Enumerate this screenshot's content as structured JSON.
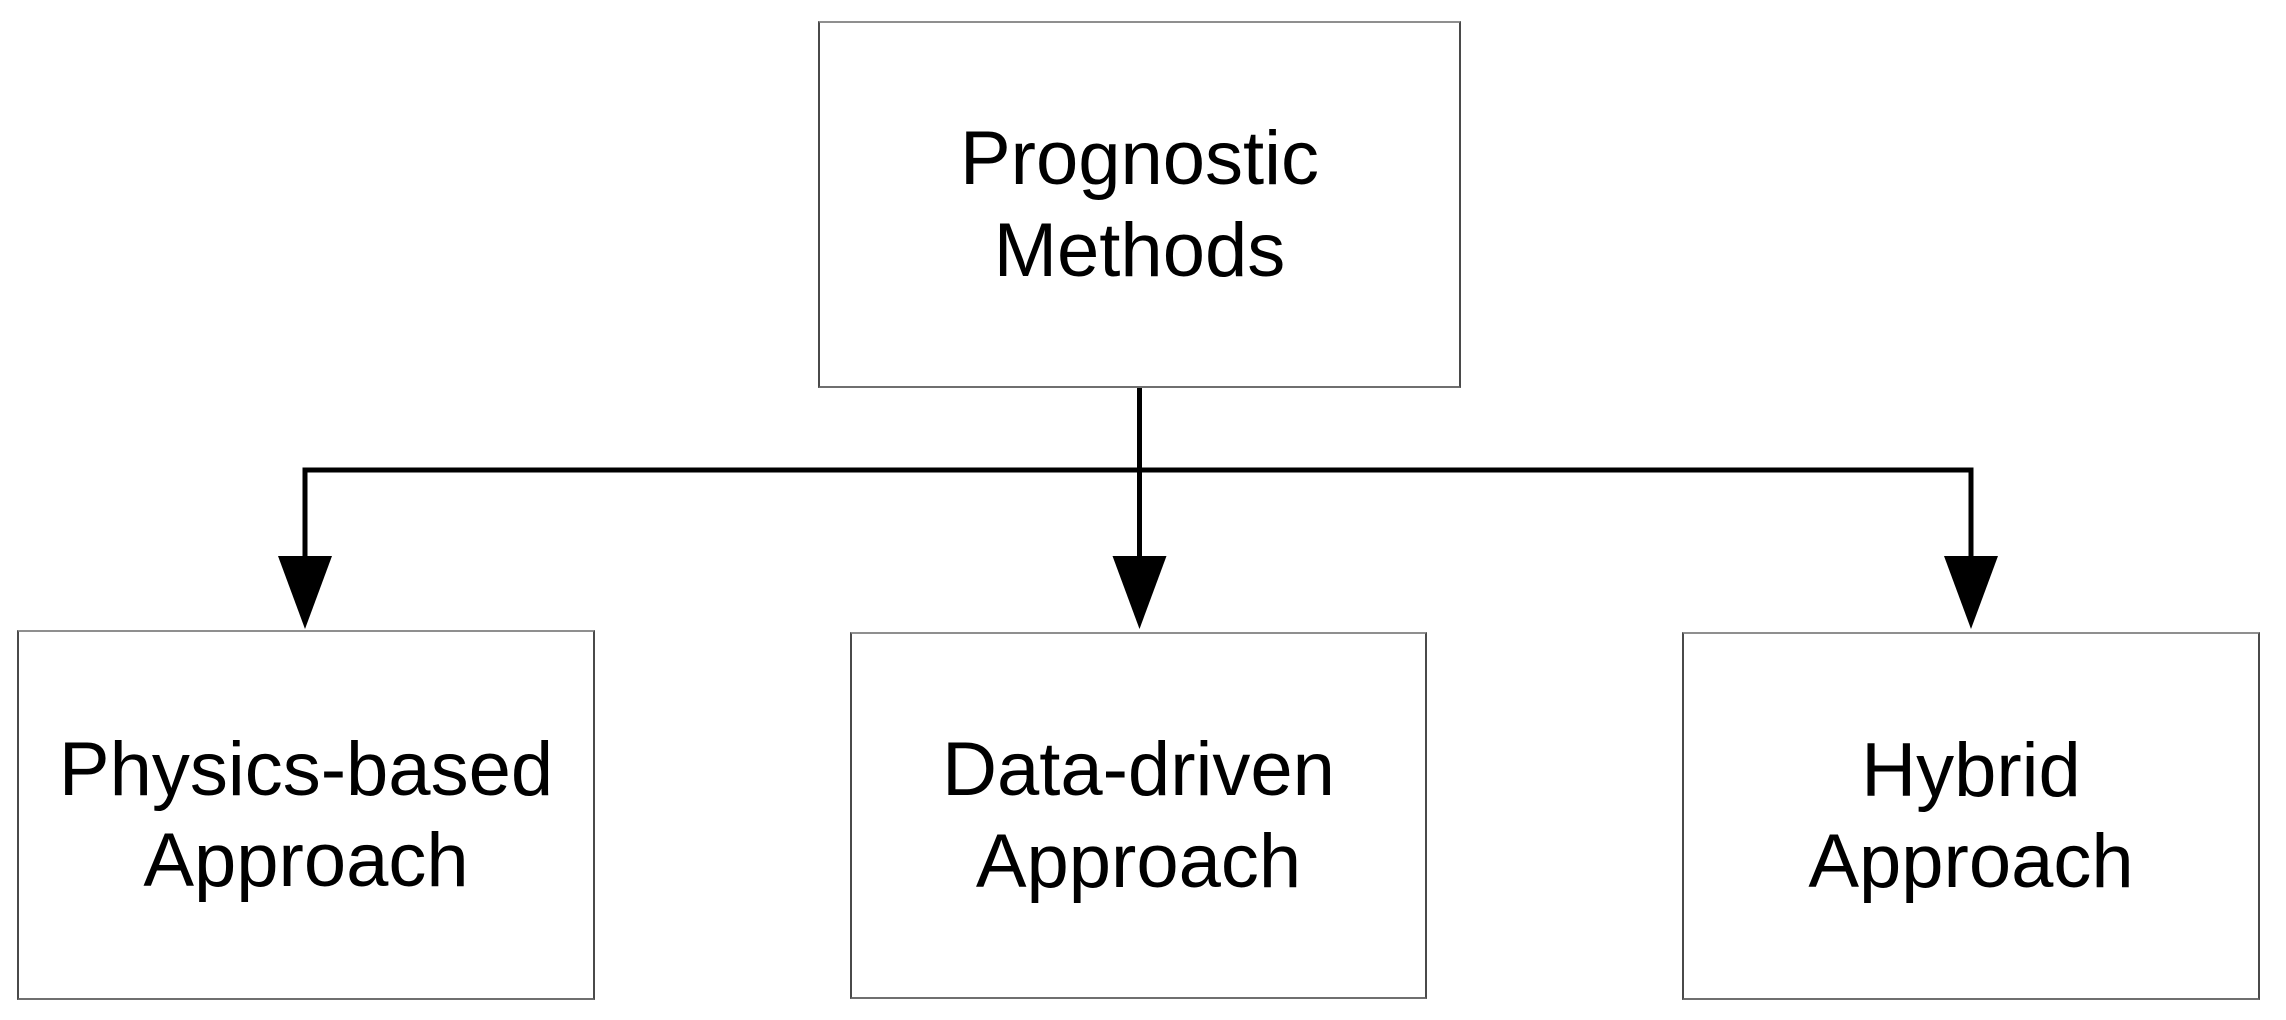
{
  "diagram": {
    "type": "flowchart",
    "root": {
      "id": "prognostic-methods",
      "label": "Prognostic\nMethods"
    },
    "children": [
      {
        "id": "physics-based-approach",
        "label": "Physics-based\nApproach"
      },
      {
        "id": "data-driven-approach",
        "label": "Data-driven\nApproach"
      },
      {
        "id": "hybrid-approach",
        "label": "Hybrid\nApproach"
      }
    ],
    "edges": [
      {
        "from": "prognostic-methods",
        "to": "physics-based-approach",
        "arrow": "down"
      },
      {
        "from": "prognostic-methods",
        "to": "data-driven-approach",
        "arrow": "down"
      },
      {
        "from": "prognostic-methods",
        "to": "hybrid-approach",
        "arrow": "down"
      }
    ],
    "colors": {
      "background": "#ffffff",
      "box_fill": "#ffffff",
      "box_border": "#808080",
      "connector": "#000000",
      "text": "#000000"
    }
  }
}
